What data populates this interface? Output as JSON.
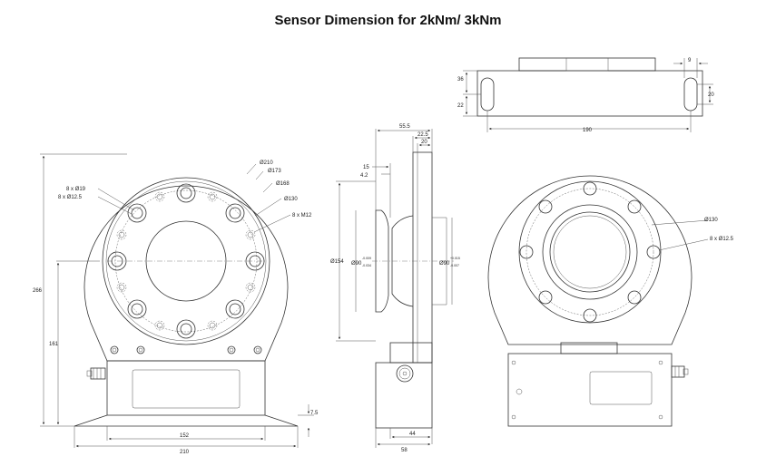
{
  "title": "Sensor Dimension for 2kNm/ 3kNm",
  "front_view": {
    "dims": {
      "d210": "Ø210",
      "d173": "Ø173",
      "d168": "Ø168",
      "d130": "Ø130",
      "holes1": "8 x Ø19",
      "holes2": "8 x Ø12.5",
      "thread": "8 x M12",
      "height_total": "266",
      "height_center": "161",
      "base_inner": "152",
      "base_outer": "210",
      "foot": "7.5"
    }
  },
  "side_view": {
    "dims": {
      "d555": "55.5",
      "d225": "22.5",
      "d20": "20",
      "d15": "15",
      "d42": "4.2",
      "d154": "Ø154",
      "d90a": "Ø90",
      "d90a_tol_upper": "-0.009",
      "d90a_tol_lower": "-0.034",
      "d90b": "Ø90",
      "d90b_tol_upper": "+0.015",
      "d90b_tol_lower": "-0.007",
      "d44": "44",
      "d58": "58"
    }
  },
  "top_view": {
    "dims": {
      "d36": "36",
      "d22": "22",
      "d9": "9",
      "d20": "20",
      "d190": "190"
    }
  },
  "rear_view": {
    "dims": {
      "d130": "Ø130",
      "holes": "8 x Ø12.5"
    }
  }
}
